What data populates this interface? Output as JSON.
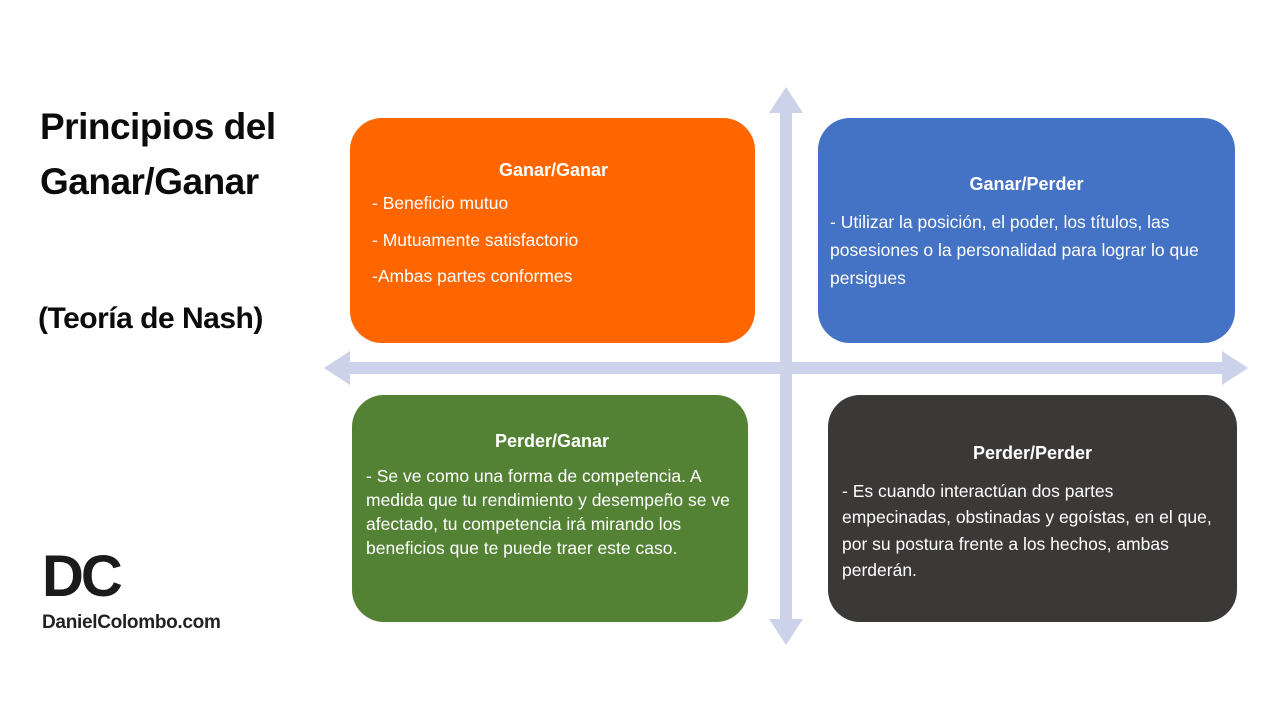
{
  "slide": {
    "title_line1": "Principios del",
    "title_line2": "Ganar/Ganar",
    "subtitle": "(Teoría de Nash)"
  },
  "axes": {
    "color": "#CBD2EA"
  },
  "quadrants": [
    {
      "title": "Ganar/Ganar",
      "color": "#FF6600",
      "lines": [
        "- Beneficio mutuo",
        "- Mutuamente satisfactorio",
        "-Ambas partes conformes"
      ]
    },
    {
      "title": "Ganar/Perder",
      "color": "#4472C4",
      "body": "- Utilizar la posición, el poder, los títulos, las posesiones o la personalidad para lograr lo que persigues"
    },
    {
      "title": "Perder/Ganar",
      "color": "#548235",
      "body": "- Se ve como una forma de competencia. A medida que tu rendimiento y desempeño se ve afectado, tu competencia irá mirando los beneficios que te puede traer este caso."
    },
    {
      "title": "Perder/Perder",
      "color": "#3B3838",
      "body": "- Es cuando interactúan dos partes empecinadas, obstinadas y egoístas, en el que, por su postura frente a los hechos, ambas perderán."
    }
  ],
  "logo": {
    "monogram": "DC",
    "site": "DanielColombo.com"
  }
}
